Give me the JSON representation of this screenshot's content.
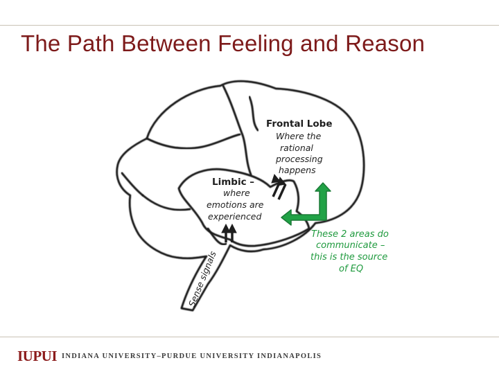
{
  "slide": {
    "title": "The Path Between Feeling and Reason"
  },
  "diagram": {
    "frontal_lobe": {
      "heading": "Frontal Lobe",
      "lines": [
        "Where the",
        "rational",
        "processing",
        "happens"
      ]
    },
    "limbic": {
      "heading": "Limbic –",
      "lines": [
        "where",
        "emotions are",
        "experienced"
      ]
    },
    "sense_signals": "Sense signals",
    "communication_note": {
      "lines": [
        "These 2 areas do",
        "communicate –",
        "this is the source",
        "of EQ"
      ]
    },
    "colors": {
      "arrow": "#21a246",
      "note_text": "#1f9a3e",
      "outline": "#1e1e1e"
    }
  },
  "footer": {
    "logo": "IUPUI",
    "institution": "INDIANA UNIVERSITY–PURDUE UNIVERSITY INDIANAPOLIS"
  }
}
